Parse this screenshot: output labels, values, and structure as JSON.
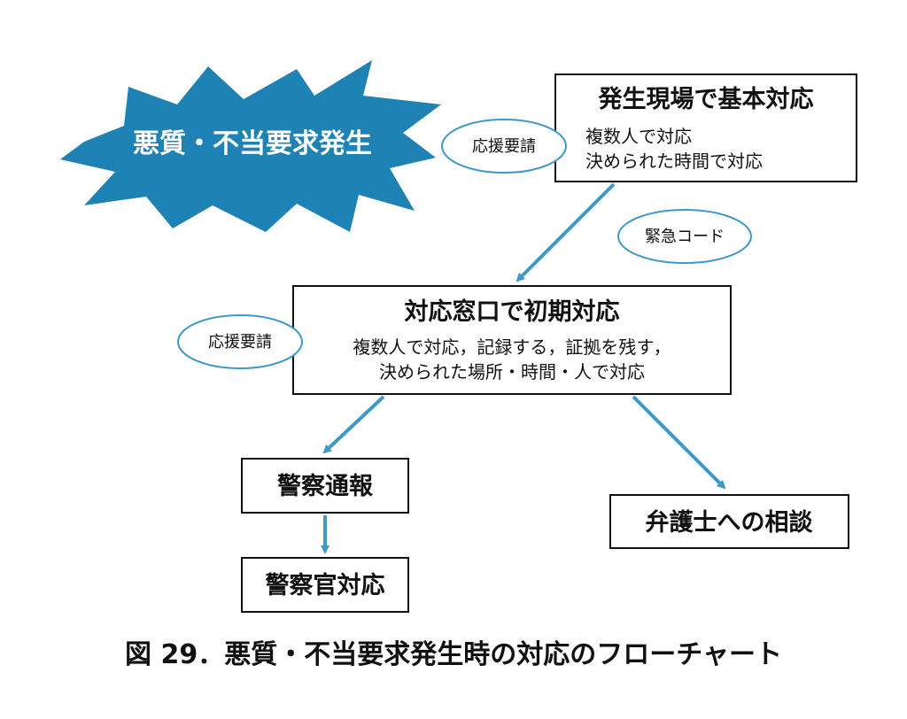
{
  "burst": {
    "label": "悪質・不当要求発生"
  },
  "boxes": {
    "onsite": {
      "title": "発生現場で基本対応",
      "lines": [
        "複数人で対応",
        "決められた時間で対応"
      ]
    },
    "counter": {
      "title": "対応窓口で初期対応",
      "lines": [
        "複数人で対応，記録する，証拠を残す，",
        "決められた場所・時間・人で対応"
      ]
    },
    "police_report": {
      "title": "警察通報"
    },
    "police_officer": {
      "title": "警察官対応"
    },
    "lawyer": {
      "title": "弁護士への相談"
    }
  },
  "ovals": {
    "support_top": "応援要請",
    "emergency": "緊急コード",
    "support_left": "応援要請"
  },
  "caption": "図 29．悪質・不当要求発生時の対応のフローチャート",
  "colors": {
    "accent": "#1f82b4",
    "arrow": "#3d99c7",
    "oval_border": "#3d99c7"
  }
}
